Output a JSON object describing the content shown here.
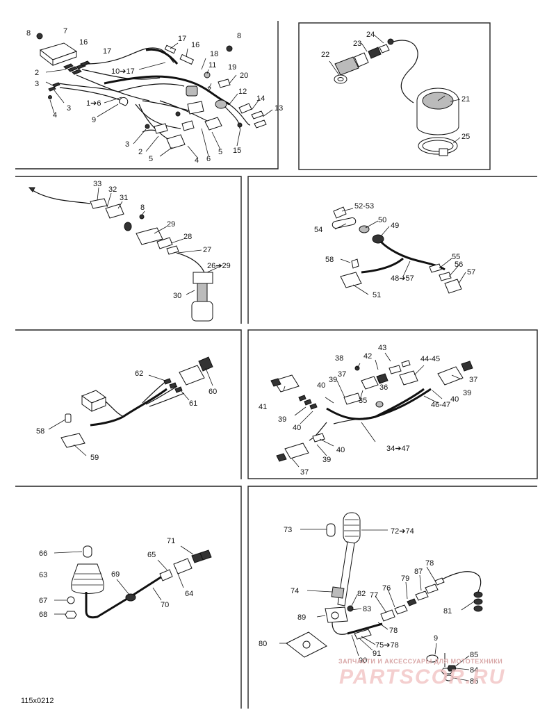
{
  "drawing_code": "115x0212",
  "watermark": {
    "tagline": "ЗАПЧАСТИ И АКСЕССУАРЫ ДЛЯ МОТОТЕХНИКИ",
    "logo": "PARTSCOR.RU"
  },
  "panel1": {
    "labels": [
      "8",
      "7",
      "16",
      "17",
      "2",
      "3",
      "3",
      "4",
      "1➔6",
      "9",
      "10➔17",
      "17",
      "16",
      "18",
      "8",
      "11",
      "19",
      "2",
      "20",
      "12",
      "14",
      "13",
      "3",
      "2",
      "5",
      "4",
      "6",
      "5",
      "15"
    ]
  },
  "panel2": {
    "labels": [
      "24",
      "23",
      "22",
      "21",
      "25"
    ]
  },
  "panel3": {
    "labels": [
      "33",
      "32",
      "31",
      "8",
      "29",
      "28",
      "27",
      "26➔29",
      "30"
    ]
  },
  "panel4": {
    "labels": [
      "52-53",
      "50",
      "54",
      "49",
      "58",
      "55",
      "56",
      "57",
      "48➔57",
      "51"
    ]
  },
  "panel5": {
    "labels": [
      "62",
      "60",
      "61",
      "58",
      "59"
    ]
  },
  "panel6": {
    "labels": [
      "43",
      "38",
      "42",
      "44-45",
      "37",
      "36",
      "37",
      "40",
      "39",
      "35",
      "41",
      "39",
      "40",
      "46-47",
      "40",
      "39",
      "34➔47",
      "39",
      "40",
      "37"
    ]
  },
  "panel7": {
    "labels": [
      "66",
      "65",
      "71",
      "63",
      "69",
      "64",
      "70",
      "67",
      "68"
    ]
  },
  "panel8": {
    "labels": [
      "73",
      "72➔74",
      "78",
      "87",
      "79",
      "74",
      "82",
      "77",
      "76",
      "83",
      "89",
      "81",
      "78",
      "80",
      "75➔78",
      "9",
      "85",
      "90",
      "91",
      "84",
      "86"
    ]
  }
}
